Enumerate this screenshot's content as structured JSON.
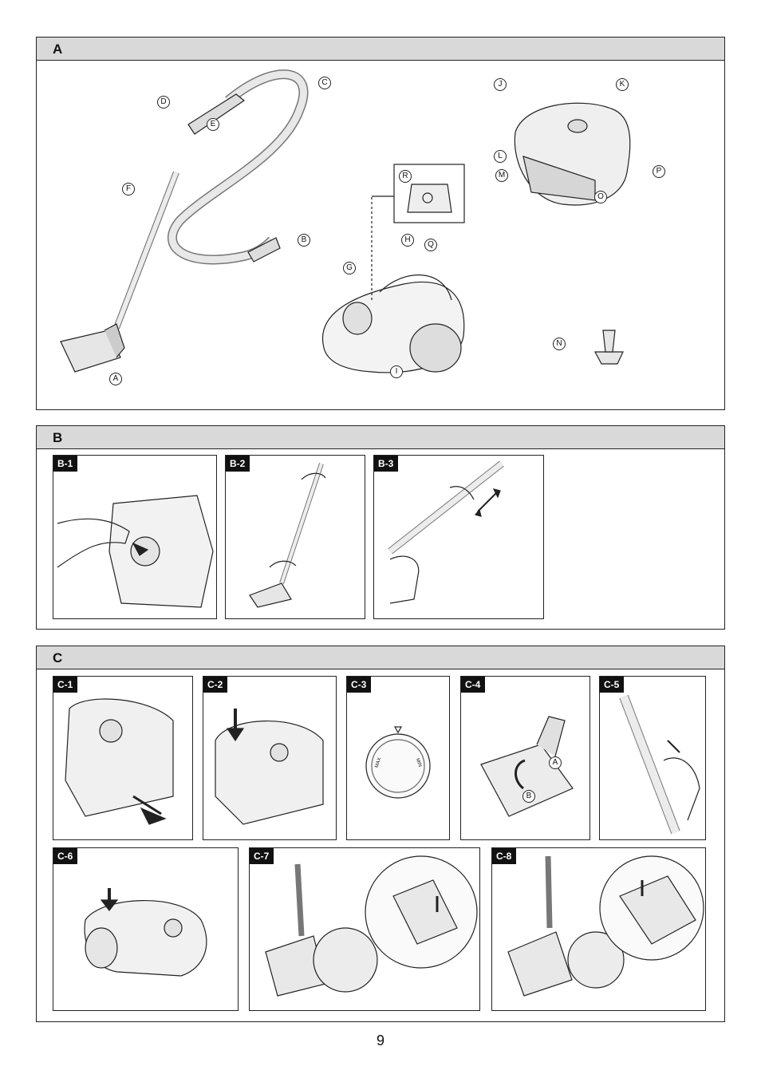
{
  "sections": {
    "a": {
      "label": "A"
    },
    "b": {
      "label": "B"
    },
    "c": {
      "label": "C"
    }
  },
  "callouts": {
    "a": "A",
    "b": "B",
    "c": "C",
    "d": "D",
    "e": "E",
    "f": "F",
    "g": "G",
    "h": "H",
    "i": "I",
    "j": "J",
    "k": "K",
    "l": "L",
    "m": "M",
    "n": "N",
    "o": "O",
    "p": "P",
    "q": "Q",
    "r": "R"
  },
  "panels": {
    "b1": "B-1",
    "b2": "B-2",
    "b3": "B-3",
    "c1": "C-1",
    "c2": "C-2",
    "c3": "C-3",
    "c4": "C-4",
    "c5": "C-5",
    "c6": "C-6",
    "c7": "C-7",
    "c8": "C-8"
  },
  "dial": {
    "max": "MAX",
    "min": "MIN"
  },
  "c4_labels": {
    "a": "A",
    "b": "B"
  },
  "page_number": "9"
}
